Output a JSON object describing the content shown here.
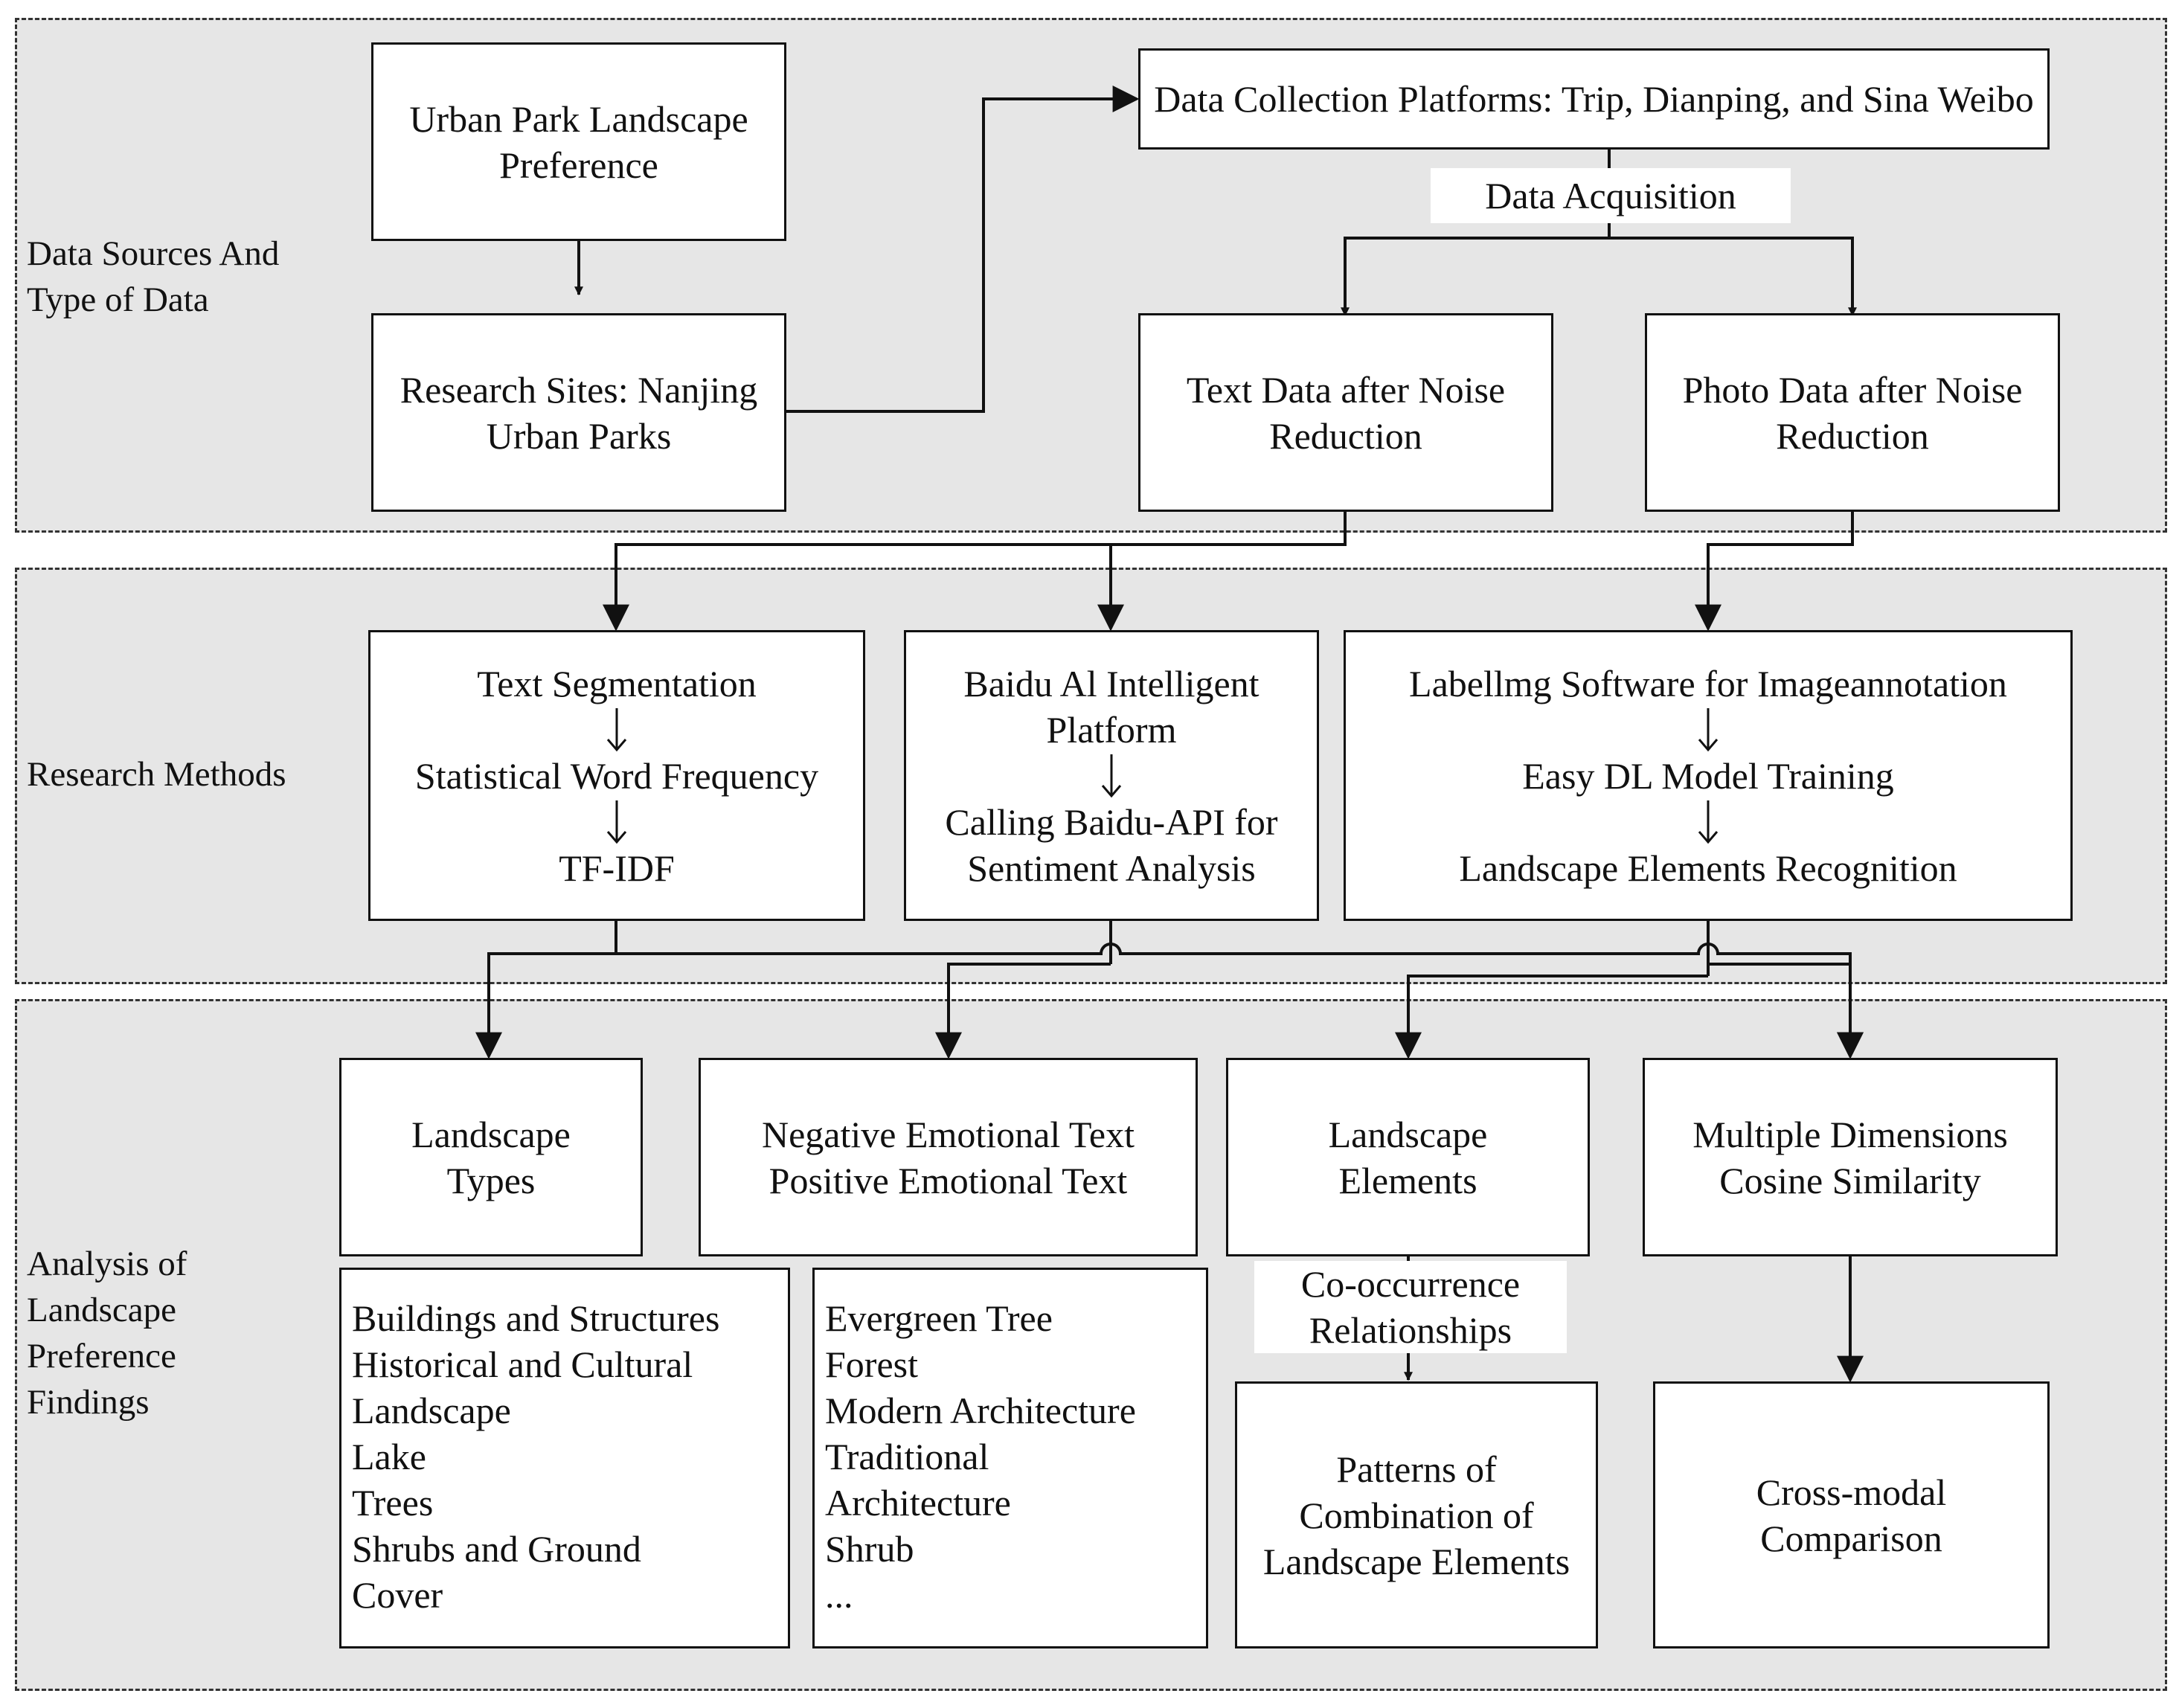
{
  "sections": {
    "data_sources": "Data Sources And Type of Data",
    "research_methods": "Research Methods",
    "analysis": "Analysis of Landscape Preference Findings"
  },
  "nodes": {
    "urban_park": "Urban Park Landscape Preference",
    "research_sites": "Research Sites: Nanjing Urban Parks",
    "platforms": "Data Collection Platforms: Trip, Dianping, and Sina Weibo",
    "data_acquisition": "Data Acquisition",
    "text_data": "Text Data after Noise Reduction",
    "photo_data": "Photo Data after Noise Reduction",
    "text_methods": [
      "Text Segmentation",
      "Statistical Word Frequency",
      "TF-IDF"
    ],
    "baidu_methods": [
      "Baidu Al Intelligent Platform",
      "Calling Baidu-API for Sentiment Analysis"
    ],
    "image_methods": [
      "Labellmg Software for Imageannotation",
      "Easy DL Model Training",
      "Landscape Elements Recognition"
    ],
    "landscape_types": "Landscape Types",
    "emotional_text": [
      "Negative Emotional Text",
      "Positive Emotional Text"
    ],
    "landscape_elements": "Landscape Elements",
    "multiple_dimensions": [
      "Multiple Dimensions",
      "Cosine Similarity"
    ],
    "types_list": [
      "Buildings and Structures",
      "Historical and Cultural",
      "Landscape",
      "Lake",
      "Trees",
      "Shrubs and Ground",
      "Cover"
    ],
    "elements_list": [
      "Evergreen Tree",
      "Forest",
      "Modern Architecture",
      "Traditional",
      "Architecture",
      "Shrub",
      "..."
    ],
    "co_occurrence": "Co-occurrence Relationships",
    "patterns": "Patterns of Combination of Landscape Elements",
    "cross_modal": "Cross-modal Comparison"
  }
}
